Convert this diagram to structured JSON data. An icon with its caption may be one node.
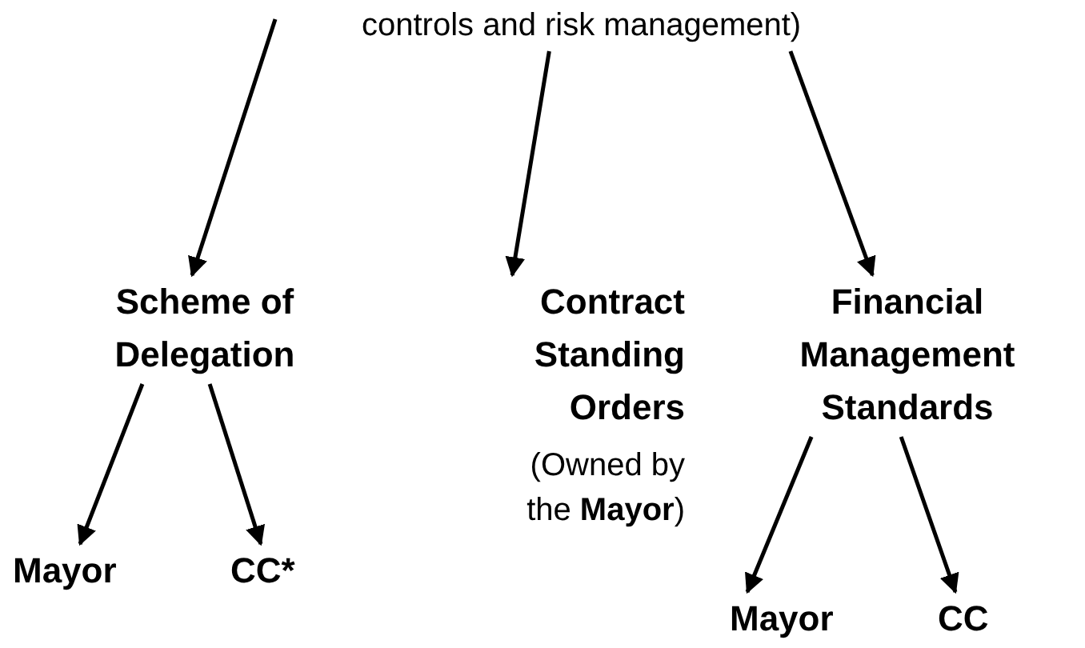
{
  "diagram": {
    "nodes": [
      {
        "text": [
          "controls and risk management)"
        ]
      },
      {
        "text": [
          "Scheme of Delegation"
        ]
      },
      {
        "text": [
          "Contract Standing Orders",
          "(Owned by the **Mayor**)"
        ]
      },
      {
        "text": [
          "Financial Management Standards"
        ]
      },
      {
        "text": [
          "Mayor"
        ]
      },
      {
        "text": [
          "CC*"
        ]
      },
      {
        "text": [
          "Mayor"
        ]
      },
      {
        "text": [
          "CC"
        ]
      }
    ],
    "edges": [
      {
        "from": null,
        "to": 1,
        "arrow": "to"
      },
      {
        "from": 0,
        "to": 2,
        "arrow": "to"
      },
      {
        "from": 0,
        "to": 3,
        "arrow": "to"
      },
      {
        "from": 1,
        "to": 4,
        "arrow": "to"
      },
      {
        "from": 1,
        "to": 5,
        "arrow": "to"
      },
      {
        "from": 3,
        "to": 6,
        "arrow": "to"
      },
      {
        "from": 3,
        "to": 7,
        "arrow": "to"
      }
    ]
  }
}
